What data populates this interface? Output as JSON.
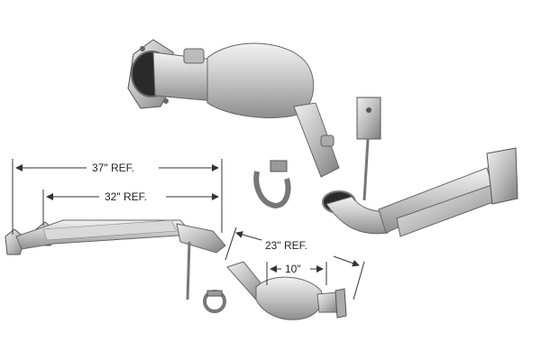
{
  "dimensions": {
    "overall_length": "37\" REF.",
    "mid_length": "32\" REF.",
    "lower_assembly_length": "23\" REF.",
    "converter_length": "10\""
  }
}
